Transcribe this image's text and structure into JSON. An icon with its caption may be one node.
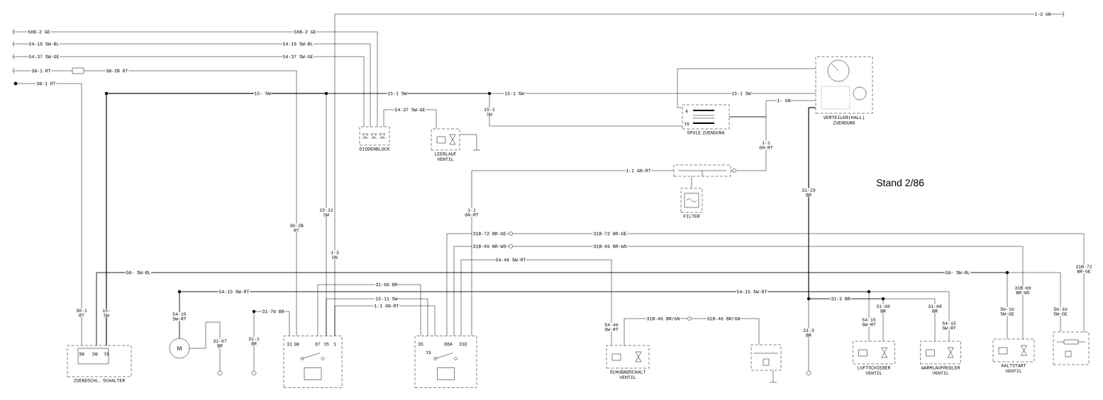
{
  "diagram": {
    "nodes": [
      {
        "text": [
          "DIODENBLOCK"
        ]
      },
      {
        "text": [
          "LEERLAUF VENTIL"
        ]
      },
      {
        "text": [
          "SPULE ZUENDUNG"
        ]
      },
      {
        "text": [
          "VERTEILER(HALL) ZUENDUNG"
        ]
      },
      {
        "text": [
          "FILTER"
        ]
      },
      {
        "text": [
          "ZUENDSCHL. SCHALTER"
        ]
      },
      {
        "text": [
          "M"
        ]
      },
      {
        "text": [],
        "shape": "box"
      },
      {
        "text": [],
        "shape": "box"
      },
      {
        "text": [
          "SCHUBABSCHALT VENTIL"
        ]
      },
      {
        "text": [],
        "shape": "box"
      },
      {
        "text": [
          "LUFTSCHIEBER VENTIL"
        ]
      },
      {
        "text": [
          "WARMLAUFREGLER VENTIL"
        ]
      },
      {
        "text": [
          "KALTSTART VENTIL"
        ]
      },
      {
        "text": [],
        "shape": "box"
      },
      {
        "text": [],
        "shape": "box"
      },
      {
        "text": [],
        "shape": "circle"
      },
      {
        "text": [],
        "shape": "circle"
      },
      {
        "text": [],
        "shape": "circle"
      },
      {
        "text": [],
        "shape": "circle"
      }
    ],
    "edges": [
      {
        "from": null,
        "to": 0,
        "label": "56B-2 GE",
        "arrow": "none"
      },
      {
        "from": null,
        "to": 0,
        "label": "54-18 SW-BL",
        "arrow": "none"
      },
      {
        "from": null,
        "to": 0,
        "label": "54-37 SW-GE",
        "arrow": "none"
      },
      {
        "from": null,
        "to": 7,
        "label": "30-1 RT",
        "arrow": "none"
      },
      {
        "from": 19,
        "to": 5,
        "label": "30-1 RT",
        "arrow": "none"
      },
      {
        "from": 5,
        "to": 3,
        "label": "15- SW",
        "arrow": "none"
      },
      {
        "from": 5,
        "to": 7,
        "label": "15-11 SW",
        "arrow": "none"
      },
      {
        "from": 5,
        "to": 2,
        "label": "15-1 SW",
        "arrow": "none"
      },
      {
        "from": 3,
        "to": 2,
        "arrow": "none"
      },
      {
        "from": 0,
        "to": 1,
        "label": "54-37 SW-GE",
        "arrow": "none"
      },
      {
        "from": 3,
        "to": 2,
        "label": "1- GN",
        "arrow": "none"
      },
      {
        "from": 2,
        "to": 15,
        "label": "1-1 GN-RT",
        "arrow": "none"
      },
      {
        "from": 15,
        "to": 8,
        "label": "1-1 GN-RT",
        "arrow": "none"
      },
      {
        "from": 4,
        "to": 15,
        "arrow": "none"
      },
      {
        "from": 3,
        "to": 18,
        "label": "31-29 BR",
        "arrow": "none"
      },
      {
        "from": 7,
        "to": null,
        "label": "1-3 GN",
        "arrow": "none"
      },
      {
        "from": 5,
        "to": 13,
        "label": "50-10 SW-GE",
        "arrow": "none"
      },
      {
        "from": 5,
        "to": 14,
        "label": "50-10 SW-GE",
        "arrow": "none"
      },
      {
        "from": 8,
        "to": 14,
        "label": "31B-72 BR-GE",
        "arrow": "none"
      },
      {
        "from": 8,
        "to": 13,
        "label": "31B-69 BR-WS",
        "arrow": "none"
      },
      {
        "from": 8,
        "to": 9,
        "label": "54-46 SW-RT",
        "arrow": "none"
      },
      {
        "from": 9,
        "to": 10,
        "label": "31B-46 BR/GN",
        "arrow": "none"
      },
      {
        "from": 6,
        "to": 11,
        "label": "54-15 SW-RT",
        "arrow": "none"
      },
      {
        "from": 6,
        "to": 12,
        "label": "54-15 SW-RT",
        "arrow": "none"
      },
      {
        "from": 3,
        "to": 11,
        "label": "31-68 BR",
        "arrow": "none"
      },
      {
        "from": 3,
        "to": 12,
        "label": "31-68 BR",
        "arrow": "none"
      },
      {
        "from": 7,
        "to": 8,
        "label": "31-68 BR",
        "arrow": "none"
      },
      {
        "from": 7,
        "to": 8,
        "label": "15-11 SW",
        "arrow": "none"
      },
      {
        "from": 7,
        "to": 8,
        "label": "1-1 GN-RT",
        "arrow": "none"
      },
      {
        "from": 17,
        "to": 7,
        "label": "31-70 BR",
        "arrow": "none"
      },
      {
        "from": 6,
        "to": 16,
        "label": "31-67 BR",
        "arrow": "none"
      },
      {
        "from": 10,
        "to": null,
        "arrow": "none"
      },
      {
        "from": 1,
        "to": null,
        "arrow": "none"
      }
    ],
    "labels": [
      "56B-2 GE",
      "54-18 SW-BL",
      "54-37 SW-GE",
      "30-2B RT",
      "30-2B RT",
      "30-1 RT",
      "15- SW",
      "15-1 SW",
      "15-1 SW",
      "15-1 SW",
      "1-1 GN-RT",
      "31-3 BR",
      "1-3 GN",
      "50- SW-BL",
      "50- SW-BL",
      "31B-72 BR-GE",
      "31B-72 BR-GE",
      "31B-69 BR-WS",
      "31B-69 BR-WS",
      "54-46 SW-RT",
      "31B-46 BR/GN",
      "54-15 SW-RT",
      "54-15 SW-RT",
      "54-15 SW-RT",
      "31-3 BR",
      "31-1 BR",
      "30",
      "50",
      "15",
      "31",
      "30",
      "87",
      "15",
      "1",
      "35",
      "15",
      "88A",
      "31E",
      "4",
      "15",
      "Stand 2/86"
    ]
  }
}
